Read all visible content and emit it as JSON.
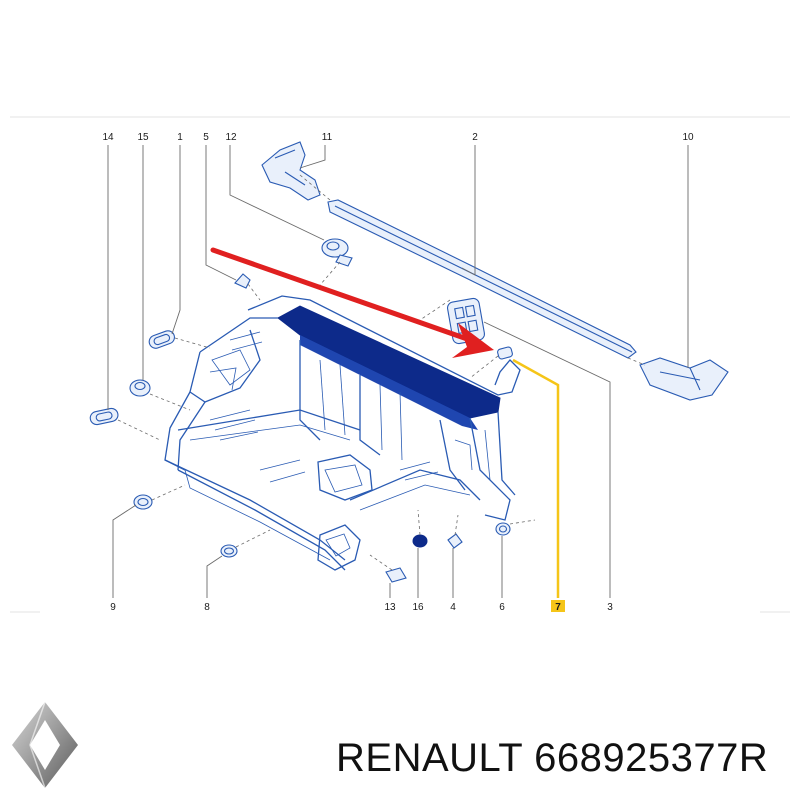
{
  "diagram": {
    "callouts": [
      {
        "id": "14",
        "label": "14"
      },
      {
        "id": "15",
        "label": "15"
      },
      {
        "id": "1",
        "label": "1"
      },
      {
        "id": "5",
        "label": "5"
      },
      {
        "id": "12",
        "label": "12"
      },
      {
        "id": "11",
        "label": "11"
      },
      {
        "id": "2",
        "label": "2"
      },
      {
        "id": "10",
        "label": "10"
      },
      {
        "id": "9",
        "label": "9"
      },
      {
        "id": "8",
        "label": "8"
      },
      {
        "id": "13",
        "label": "13"
      },
      {
        "id": "16",
        "label": "16"
      },
      {
        "id": "4",
        "label": "4"
      },
      {
        "id": "6",
        "label": "6"
      },
      {
        "id": "7",
        "label": "7"
      },
      {
        "id": "3",
        "label": "3"
      }
    ],
    "highlighted_callout": "7",
    "colors": {
      "highlight": "#f5c518",
      "arrow": "#e02020",
      "parts": "#2a5bb3",
      "leaders": "#6b6b6b"
    }
  },
  "brand": {
    "name": "RENAULT",
    "part_number": "668925377R",
    "logo_icon": "renault-diamond-logo-icon"
  }
}
